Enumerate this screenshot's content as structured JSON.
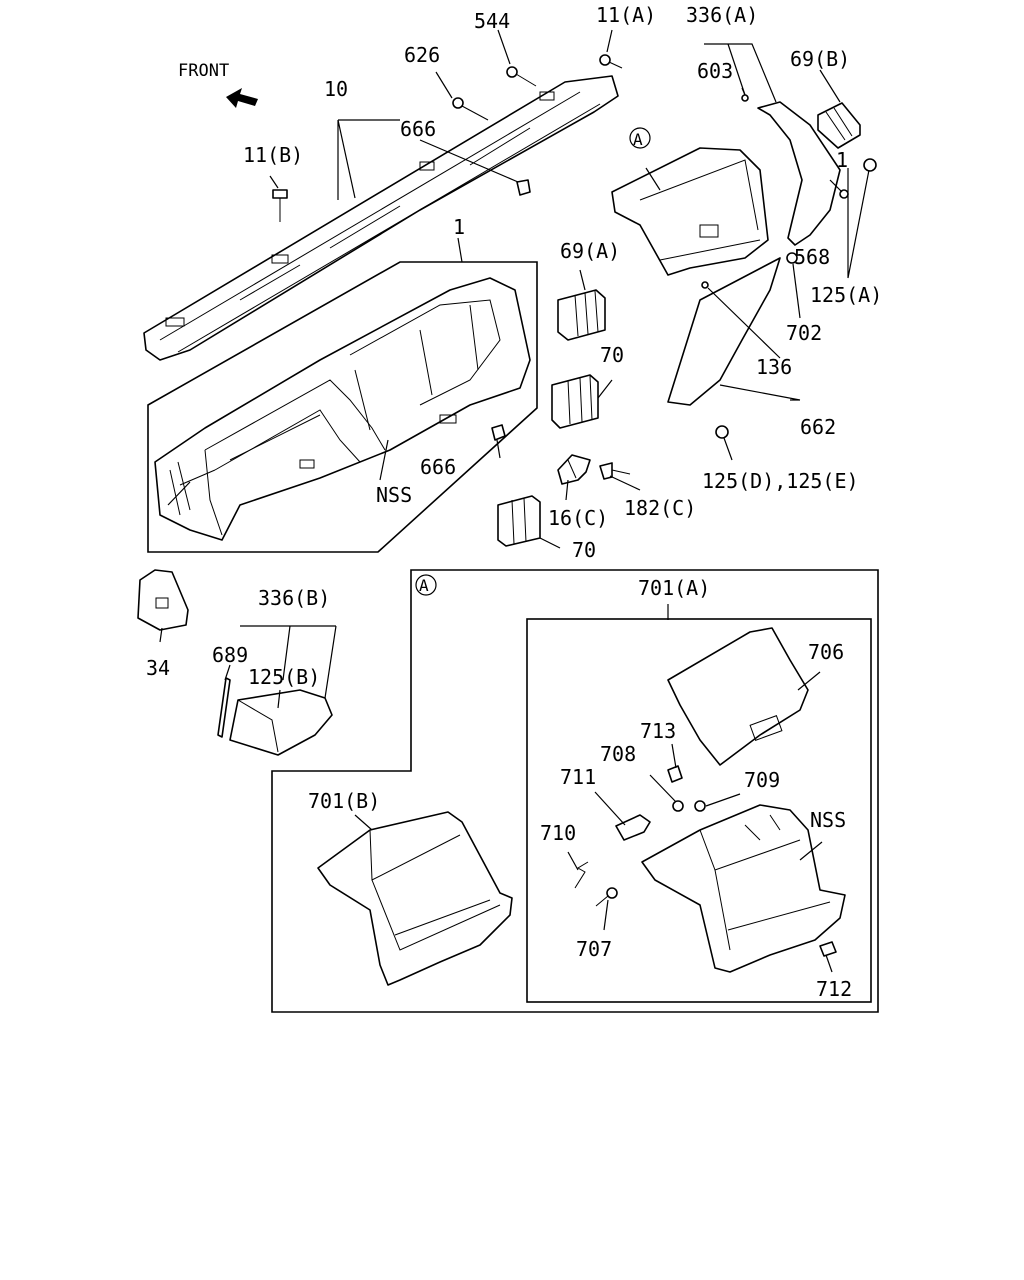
{
  "front_label": "FRONT",
  "ref_mark": "A",
  "labels": {
    "l544": "544",
    "l11a": "11(A)",
    "l336a": "336(A)",
    "l626": "626",
    "l603": "603",
    "l69b": "69(B)",
    "l10": "10",
    "l666_top": "666",
    "l11b": "11(B)",
    "l1_mid": "1",
    "l1_right": "1",
    "l568": "568",
    "l125a": "125(A)",
    "l69a": "69(A)",
    "l702": "702",
    "l70_mid": "70",
    "l136": "136",
    "l662": "662",
    "l666_mid": "666",
    "lnss1": "NSS",
    "l125de": "125(D),125(E)",
    "l16c": "16(C)",
    "l182c": "182(C)",
    "l70_low": "70",
    "l701a": "701(A)",
    "l336b": "336(B)",
    "l706": "706",
    "l689": "689",
    "l125b": "125(B)",
    "l34": "34",
    "l713": "713",
    "l708": "708",
    "l711": "711",
    "l709": "709",
    "l701b": "701(B)",
    "l710": "710",
    "lnss2": "NSS",
    "l707": "707",
    "l712": "712"
  }
}
